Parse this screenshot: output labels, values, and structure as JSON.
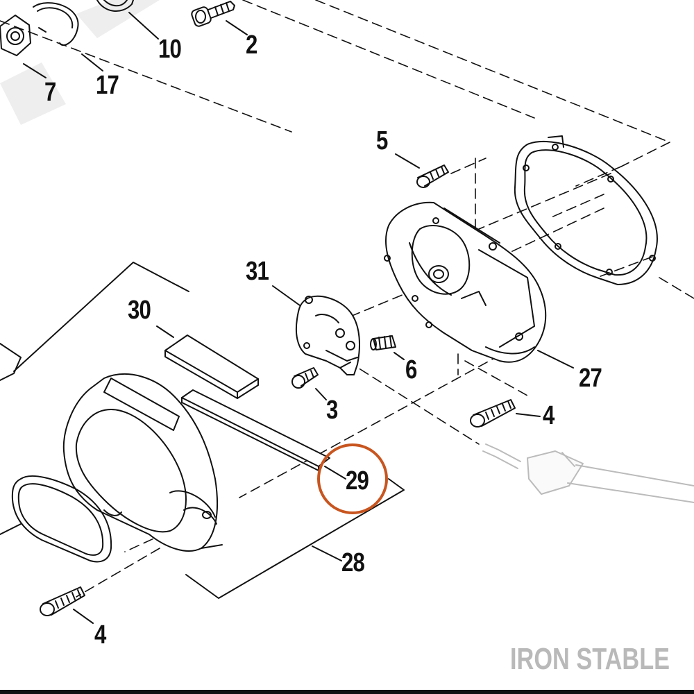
{
  "callouts": {
    "c2": "2",
    "c3": "3",
    "c4a": "4",
    "c4b": "4",
    "c5": "5",
    "c6": "6",
    "c7": "7",
    "c10": "10",
    "c17": "17",
    "c27": "27",
    "c28": "28",
    "c29": "29",
    "c30": "30",
    "c31": "31"
  },
  "highlight": {
    "part": "29",
    "color": "#c8551f"
  },
  "watermark": "IRON STABLE",
  "colors": {
    "line": "#111111",
    "watermark": "#b9b9b9",
    "highlight": "#c8551f"
  }
}
